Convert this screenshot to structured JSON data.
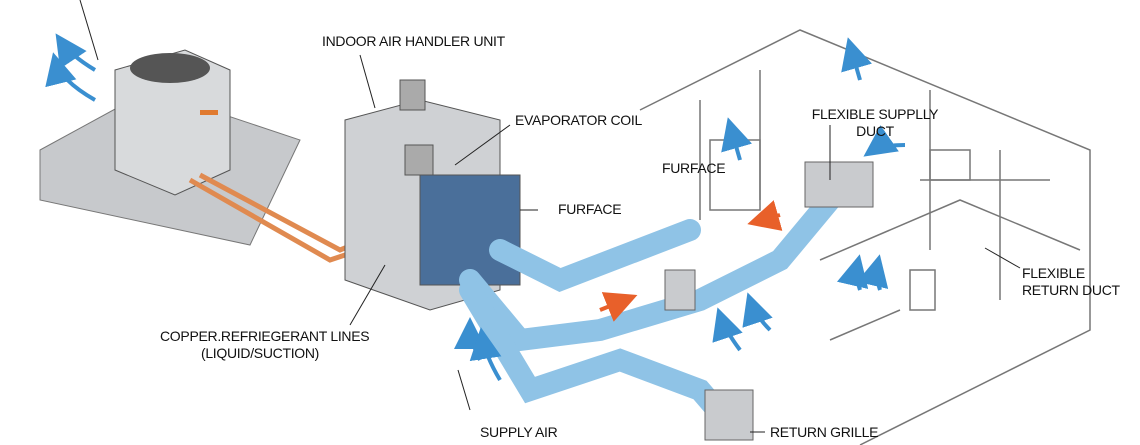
{
  "labels": {
    "air_handler": "INDOOR AIR HANDLER UNIT",
    "evaporator": "EVAPORATOR COIL",
    "furnace_unit": "FURFACE",
    "furnace_room": "FURFACE",
    "supply_duct_1": "FLEXIBLE SUPPLLY",
    "supply_duct_2": "DUCT",
    "return_duct_1": "FLEXIBLE",
    "return_duct_2": "RETURN DUCT",
    "copper_1": "COPPER.REFRIEGERANT LINES",
    "copper_2": "(LIQUID/SUCTION)",
    "supply_air": "SUPPLY AIR",
    "return_grille": "RETURN GRILLE"
  },
  "colors": {
    "duct": "#8fc3e6",
    "copper": "#e08a50",
    "airflow": "#3a8fd0",
    "arrow": "#e8602a",
    "metal": "#c9cbce"
  }
}
